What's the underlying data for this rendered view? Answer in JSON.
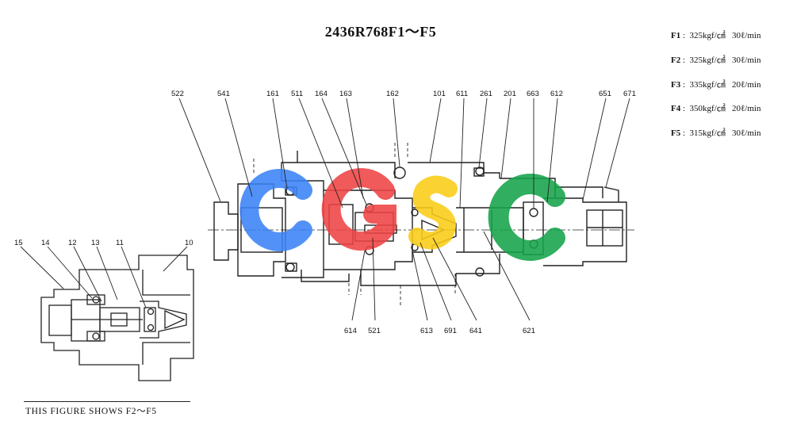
{
  "title": "2436R768F1～F5",
  "specs": [
    {
      "code": "F1",
      "sep": ":",
      "pressure": "325kgf/㎠",
      "flow": "30ℓ/min"
    },
    {
      "code": "F2",
      "sep": ":",
      "pressure": "325kgf/㎠",
      "flow": "30ℓ/min"
    },
    {
      "code": "F3",
      "sep": ":",
      "pressure": "335kgf/㎠",
      "flow": "20ℓ/min"
    },
    {
      "code": "F4",
      "sep": ":",
      "pressure": "350kgf/㎠",
      "flow": "20ℓ/min"
    },
    {
      "code": "F5",
      "sep": ":",
      "pressure": "315kgf/㎠",
      "flow": "30ℓ/min"
    }
  ],
  "main_parts_top": [
    "522",
    "541",
    "161",
    "511",
    "164",
    "163",
    "162",
    "101",
    "611",
    "261",
    "201",
    "663",
    "612",
    "651",
    "671"
  ],
  "main_parts_bottom": [
    "614",
    "521",
    "613",
    "691",
    "641",
    "621"
  ],
  "inset_parts": [
    "15",
    "14",
    "12",
    "13",
    "11",
    "10"
  ],
  "caption": "THIS FIGURE SHOWS  F2～F5",
  "watermark": {
    "letters": [
      "C",
      "G",
      "S",
      "C"
    ],
    "colors": [
      "#3b82f6",
      "#ef4444",
      "#facc15",
      "#16a34a"
    ]
  }
}
